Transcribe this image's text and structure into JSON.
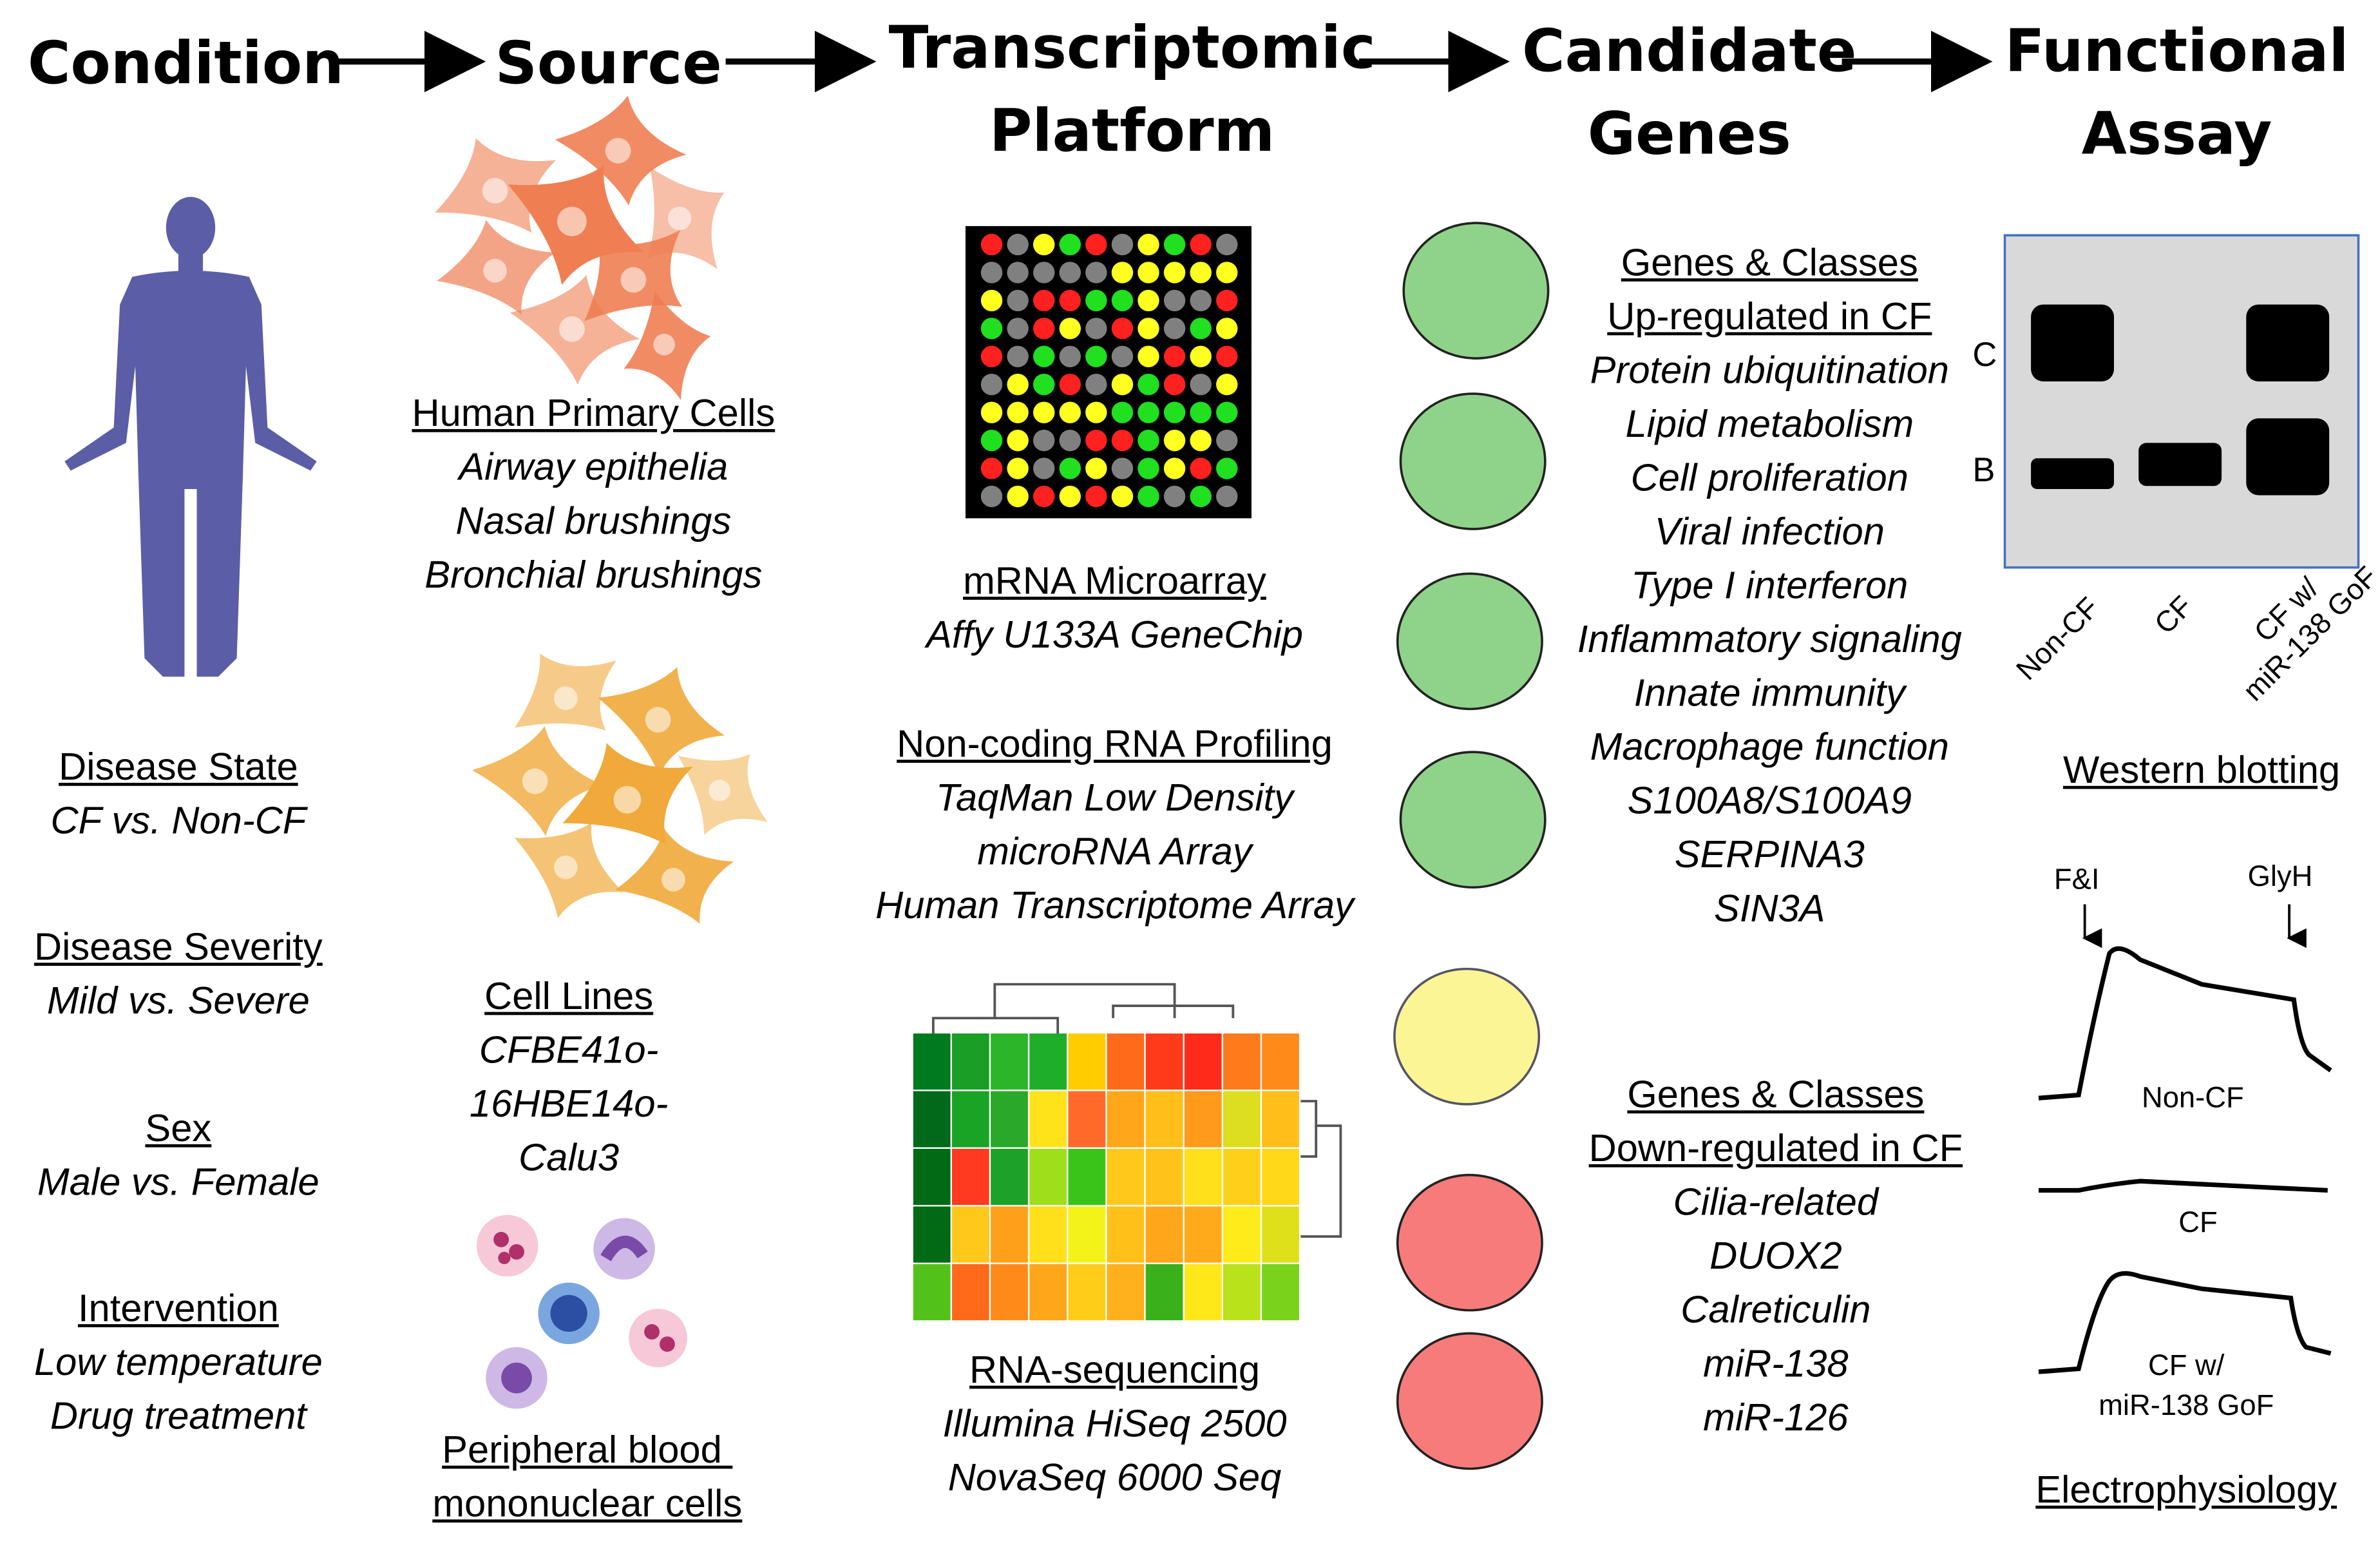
{
  "columns": {
    "condition": "Condition",
    "source": "Source",
    "platform": [
      "Transcriptomic",
      "Platform"
    ],
    "candidate": [
      "Candidate",
      "Genes"
    ],
    "assay": [
      "Functional",
      "Assay"
    ]
  },
  "condition_items": [
    {
      "title": "Disease State",
      "lines": [
        "CF vs. Non-CF"
      ]
    },
    {
      "title": "Disease Severity",
      "lines": [
        "Mild vs. Severe"
      ]
    },
    {
      "title": "Sex",
      "lines": [
        "Male vs. Female"
      ]
    },
    {
      "title": "Intervention",
      "lines": [
        "Low temperature",
        "Drug treatment"
      ]
    }
  ],
  "source_items": [
    {
      "title": "Human Primary Cells",
      "lines": [
        "Airway epithelia",
        "Nasal brushings",
        "Bronchial brushings"
      ]
    },
    {
      "title": "Cell Lines",
      "lines": [
        "CFBE41o-",
        "16HBE14o-",
        "Calu3"
      ]
    },
    {
      "title_lines": [
        "Peripheral blood ",
        "mononuclear cells"
      ]
    }
  ],
  "platform_items": [
    {
      "title": "mRNA Microarray",
      "lines": [
        "Affy U133A GeneChip"
      ]
    },
    {
      "title": "Non-coding RNA Profiling",
      "lines": [
        "TaqMan Low Density",
        "microRNA Array",
        "Human Transcriptome Array"
      ]
    },
    {
      "title": "RNA-sequencing",
      "lines": [
        "Illumina HiSeq 2500",
        "NovaSeq 6000 Seq"
      ]
    }
  ],
  "gene_groups": [
    {
      "title_lines": [
        "Genes & Classes",
        "Up-regulated in CF"
      ],
      "lines": [
        "Protein ubiquitination",
        "Lipid metabolism",
        "Cell proliferation",
        "Viral infection",
        "Type I interferon",
        "Inflammatory signaling",
        "Innate immunity",
        "Macrophage function",
        "S100A8/S100A9",
        "SERPINA3",
        "SIN3A"
      ]
    },
    {
      "title_lines": [
        "Genes & Classes",
        "Down-regulated in CF"
      ],
      "lines": [
        "Cilia-related",
        "DUOX2",
        "Calreticulin",
        "miR-138",
        "miR-126"
      ]
    }
  ],
  "status_circles": [
    "green",
    "green",
    "green",
    "green",
    "yellow",
    "red",
    "red"
  ],
  "western": {
    "band_labels": [
      "C",
      "B"
    ],
    "lanes": [
      "Non-CF",
      "CF",
      "CF w/\nmiR-138 GoF"
    ],
    "title": "Western blotting"
  },
  "electrophys": {
    "markers": [
      "F&I",
      "GlyH"
    ],
    "traces": [
      "Non-CF",
      "CF",
      "CF w/\nmiR-138 GoF"
    ],
    "title": "Electrophysiology"
  },
  "colors": {
    "body": "#5b5ea6",
    "cells_source": "#ef7e52",
    "cells_lines": "#f0a93a",
    "green_circle": "#8fd28a",
    "yellow_circle": "#fbf596",
    "red_circle": "#f77b7b",
    "blot_bg": "#d9d9d9"
  }
}
